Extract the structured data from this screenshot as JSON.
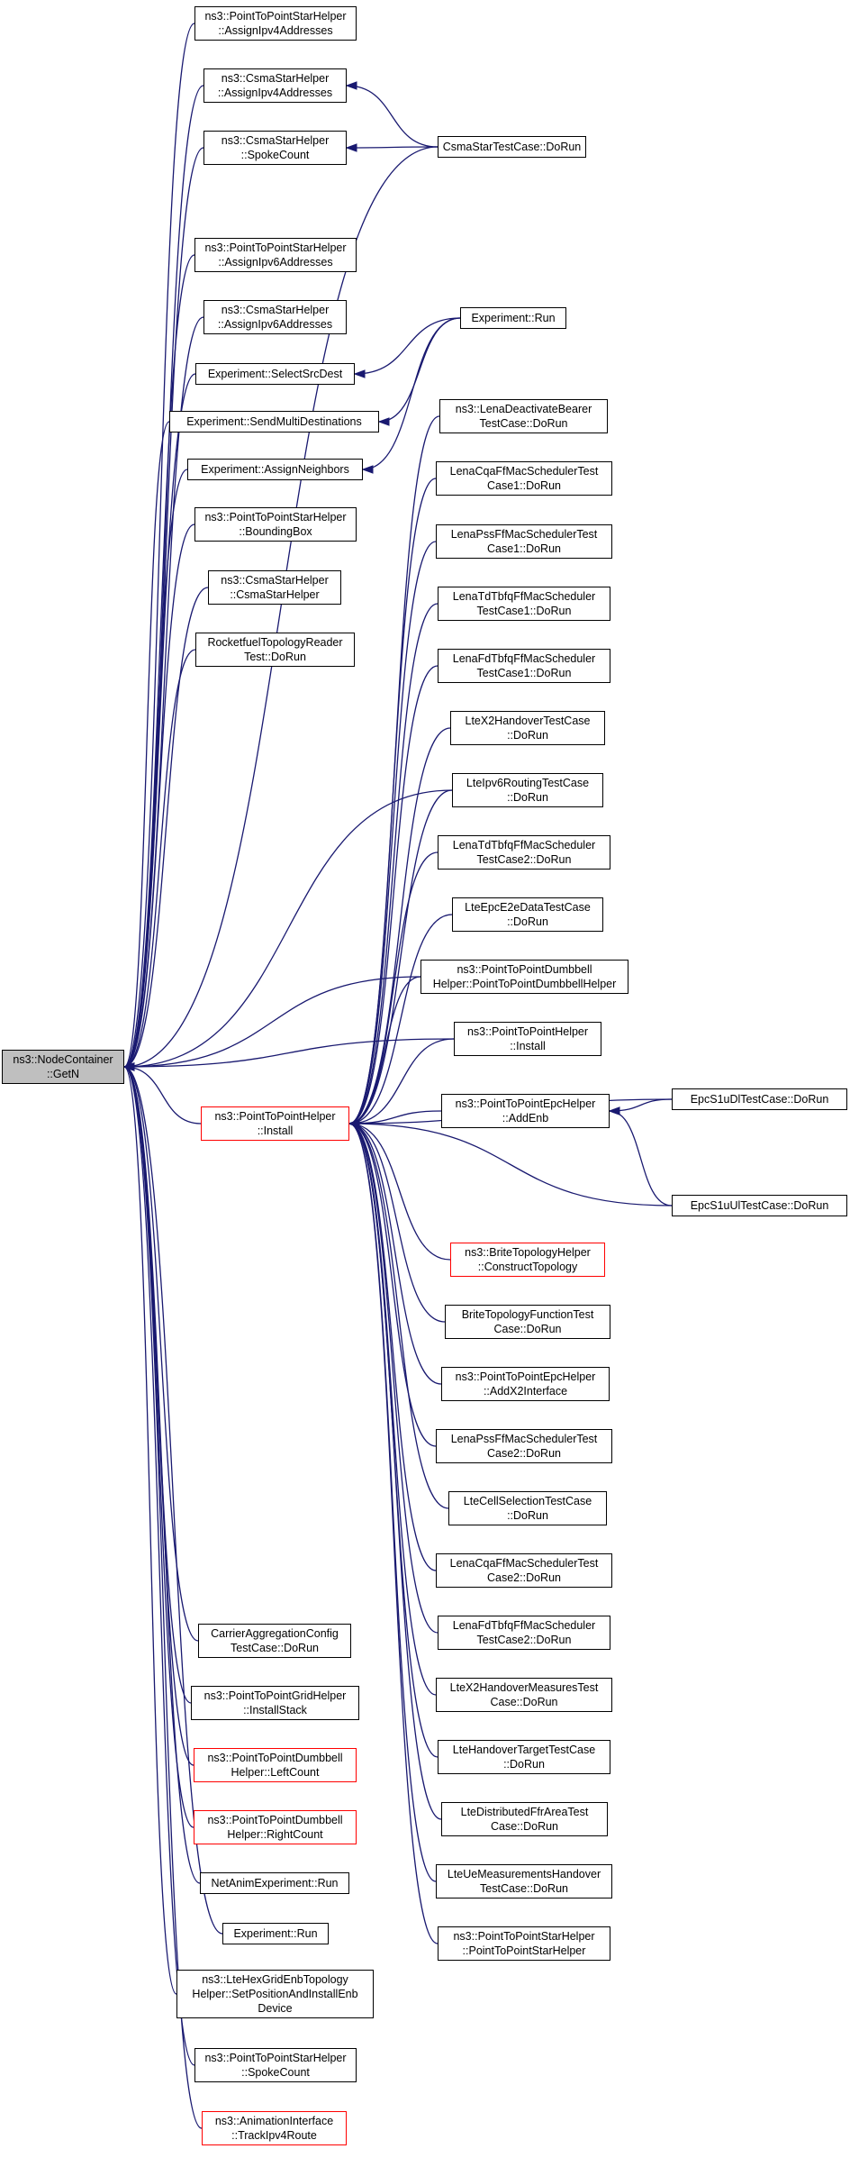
{
  "nodes": {
    "getn": {
      "lines": [
        "ns3::NodeContainer",
        "::GetN"
      ]
    },
    "p2pstar_assign4": {
      "lines": [
        "ns3::PointToPointStarHelper",
        "::AssignIpv4Addresses"
      ]
    },
    "csmastar_assign4": {
      "lines": [
        "ns3::CsmaStarHelper",
        "::AssignIpv4Addresses"
      ]
    },
    "csmastar_spoke": {
      "lines": [
        "ns3::CsmaStarHelper",
        "::SpokeCount"
      ]
    },
    "p2pstar_assign6": {
      "lines": [
        "ns3::PointToPointStarHelper",
        "::AssignIpv6Addresses"
      ]
    },
    "csmastar_assign6": {
      "lines": [
        "ns3::CsmaStarHelper",
        "::AssignIpv6Addresses"
      ]
    },
    "exp_selectsrc": {
      "lines": [
        "Experiment::SelectSrcDest"
      ]
    },
    "exp_sendmulti": {
      "lines": [
        "Experiment::SendMultiDestinations"
      ]
    },
    "exp_assignneigh": {
      "lines": [
        "Experiment::AssignNeighbors"
      ]
    },
    "p2pstar_bbox": {
      "lines": [
        "ns3::PointToPointStarHelper",
        "::BoundingBox"
      ]
    },
    "csmastar_ctor": {
      "lines": [
        "ns3::CsmaStarHelper",
        "::CsmaStarHelper"
      ]
    },
    "rocketfuel": {
      "lines": [
        "RocketfuelTopologyReader",
        "Test::DoRun"
      ]
    },
    "p2p_install": {
      "lines": [
        "ns3::PointToPointHelper",
        "::Install"
      ]
    },
    "carrier": {
      "lines": [
        "CarrierAggregationConfig",
        "TestCase::DoRun"
      ]
    },
    "p2pgrid_install": {
      "lines": [
        "ns3::PointToPointGridHelper",
        "::InstallStack"
      ]
    },
    "dumbbell_left": {
      "lines": [
        "ns3::PointToPointDumbbell",
        "Helper::LeftCount"
      ]
    },
    "dumbbell_right": {
      "lines": [
        "ns3::PointToPointDumbbell",
        "Helper::RightCount"
      ]
    },
    "netanim_run": {
      "lines": [
        "NetAnimExperiment::Run"
      ]
    },
    "exp_run2": {
      "lines": [
        "Experiment::Run"
      ]
    },
    "hexgrid": {
      "lines": [
        "ns3::LteHexGridEnbTopology",
        "Helper::SetPositionAndInstallEnb",
        "Device"
      ]
    },
    "p2pstar_spoke": {
      "lines": [
        "ns3::PointToPointStarHelper",
        "::SpokeCount"
      ]
    },
    "anim_track": {
      "lines": [
        "ns3::AnimationInterface",
        "::TrackIpv4Route"
      ]
    },
    "csmastar_test": {
      "lines": [
        "CsmaStarTestCase::DoRun"
      ]
    },
    "exp_run1": {
      "lines": [
        "Experiment::Run"
      ]
    },
    "lena_deact": {
      "lines": [
        "ns3::LenaDeactivateBearer",
        "TestCase::DoRun"
      ]
    },
    "lena_cqa1": {
      "lines": [
        "LenaCqaFfMacSchedulerTest",
        "Case1::DoRun"
      ]
    },
    "lena_pss1": {
      "lines": [
        "LenaPssFfMacSchedulerTest",
        "Case1::DoRun"
      ]
    },
    "lena_tdtbfq1": {
      "lines": [
        "LenaTdTbfqFfMacScheduler",
        "TestCase1::DoRun"
      ]
    },
    "lena_fdtbfq1": {
      "lines": [
        "LenaFdTbfqFfMacScheduler",
        "TestCase1::DoRun"
      ]
    },
    "ltex2ho": {
      "lines": [
        "LteX2HandoverTestCase",
        "::DoRun"
      ]
    },
    "lteipv6": {
      "lines": [
        "LteIpv6RoutingTestCase",
        "::DoRun"
      ]
    },
    "lena_tdtbfq2": {
      "lines": [
        "LenaTdTbfqFfMacScheduler",
        "TestCase2::DoRun"
      ]
    },
    "lteepce2e": {
      "lines": [
        "LteEpcE2eDataTestCase",
        "::DoRun"
      ]
    },
    "dumbbell_ctor": {
      "lines": [
        "ns3::PointToPointDumbbell",
        "Helper::PointToPointDumbbellHelper"
      ]
    },
    "p2phelper_install": {
      "lines": [
        "ns3::PointToPointHelper",
        "::Install"
      ]
    },
    "p2pepc_addenb": {
      "lines": [
        "ns3::PointToPointEpcHelper",
        "::AddEnb"
      ]
    },
    "brite_construct": {
      "lines": [
        "ns3::BriteTopologyHelper",
        "::ConstructTopology"
      ]
    },
    "brite_func": {
      "lines": [
        "BriteTopologyFunctionTest",
        "Case::DoRun"
      ]
    },
    "p2pepc_x2": {
      "lines": [
        "ns3::PointToPointEpcHelper",
        "::AddX2Interface"
      ]
    },
    "lena_pss2": {
      "lines": [
        "LenaPssFfMacSchedulerTest",
        "Case2::DoRun"
      ]
    },
    "ltecellsel": {
      "lines": [
        "LteCellSelectionTestCase",
        "::DoRun"
      ]
    },
    "lena_cqa2": {
      "lines": [
        "LenaCqaFfMacSchedulerTest",
        "Case2::DoRun"
      ]
    },
    "lena_fdtbfq2": {
      "lines": [
        "LenaFdTbfqFfMacScheduler",
        "TestCase2::DoRun"
      ]
    },
    "ltex2homeas": {
      "lines": [
        "LteX2HandoverMeasuresTest",
        "Case::DoRun"
      ]
    },
    "ltehotarget": {
      "lines": [
        "LteHandoverTargetTestCase",
        "::DoRun"
      ]
    },
    "ltedistffr": {
      "lines": [
        "LteDistributedFfrAreaTest",
        "Case::DoRun"
      ]
    },
    "lteuemeas": {
      "lines": [
        "LteUeMeasurementsHandover",
        "TestCase::DoRun"
      ]
    },
    "p2pstar_ctor": {
      "lines": [
        "ns3::PointToPointStarHelper",
        "::PointToPointStarHelper"
      ]
    },
    "epcs1u_dl": {
      "lines": [
        "EpcS1uDlTestCase::DoRun"
      ]
    },
    "epcs1u_ul": {
      "lines": [
        "EpcS1uUlTestCase::DoRun"
      ]
    }
  }
}
